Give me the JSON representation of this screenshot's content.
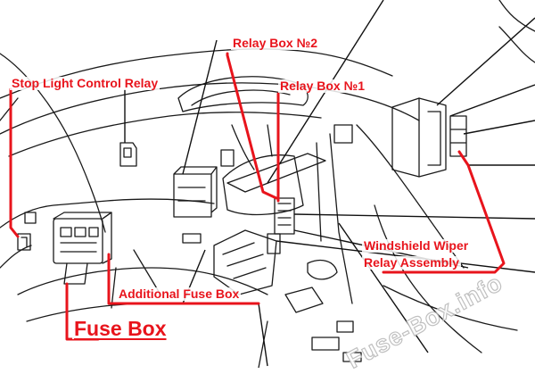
{
  "labels": {
    "stop_light_relay": "Stop Light Control Relay",
    "relay_box_2": "Relay Box №2",
    "relay_box_1": "Relay Box №1",
    "wiper_relay_line1": "Windshield Wiper",
    "wiper_relay_line2": "Relay Assembly",
    "additional_fuse_box": "Additional Fuse Box",
    "fuse_box": "Fuse Box"
  },
  "watermark": "Fuse-Box.info",
  "colors": {
    "callout": "#e8141c",
    "drawing": "#1a1a1a",
    "background": "#ffffff",
    "watermark_outline": "#bdbdbd"
  }
}
